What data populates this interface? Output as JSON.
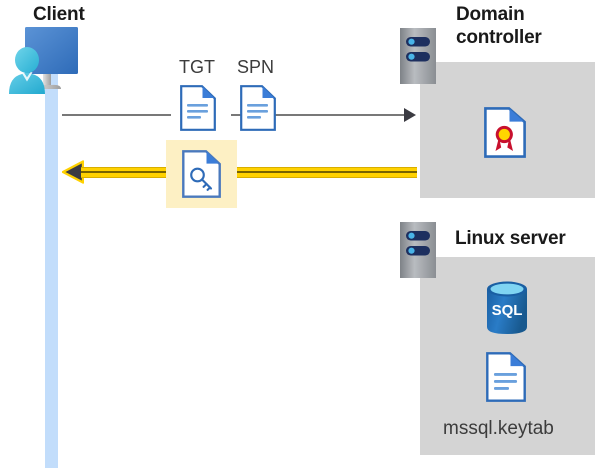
{
  "diagram": {
    "title_alt": "Kerberos authentication flow between Client, Domain controller and Linux server",
    "colors": {
      "panel_gray": "#d4d4d4",
      "client_column_blue": "#c2ddfb",
      "highlight_yellow": "#fdf0c4",
      "arrow_yellow": "#ffd100",
      "arrow_gray": "#787878",
      "doc_blue": "#3b7dd8",
      "sql_blue": "#1f6bb0",
      "cert_red": "#c8102e",
      "cert_gold": "#ffd500",
      "server_navy": "#1d2f5f"
    }
  },
  "client": {
    "label": "Client",
    "icon": "user-computer-icon",
    "column": "client-lifeline"
  },
  "tickets": [
    {
      "label": "TGT",
      "icon": "document-icon"
    },
    {
      "label": "SPN",
      "icon": "document-icon"
    }
  ],
  "service_ticket": {
    "label": "",
    "icon": "document-key-icon",
    "highlight": true
  },
  "arrows": [
    {
      "name": "request-arrow",
      "direction": "right",
      "style": "gray",
      "from": "client",
      "to": "domain-controller"
    },
    {
      "name": "response-arrow",
      "direction": "left",
      "style": "yellow",
      "from": "domain-controller",
      "to": "client"
    }
  ],
  "domain_controller": {
    "label": "Domain\ncontroller",
    "label_line1": "Domain",
    "label_line2": "controller",
    "icon": "server-rack-icon",
    "contents": [
      {
        "name": "certificate",
        "icon": "certificate-document-icon",
        "label": ""
      }
    ]
  },
  "linux_server": {
    "label": "Linux server",
    "icon": "server-rack-icon",
    "contents": [
      {
        "name": "sql-database",
        "icon": "sql-database-icon",
        "label": "SQL"
      },
      {
        "name": "keytab-file",
        "icon": "document-icon",
        "label": "mssql.keytab"
      }
    ]
  }
}
